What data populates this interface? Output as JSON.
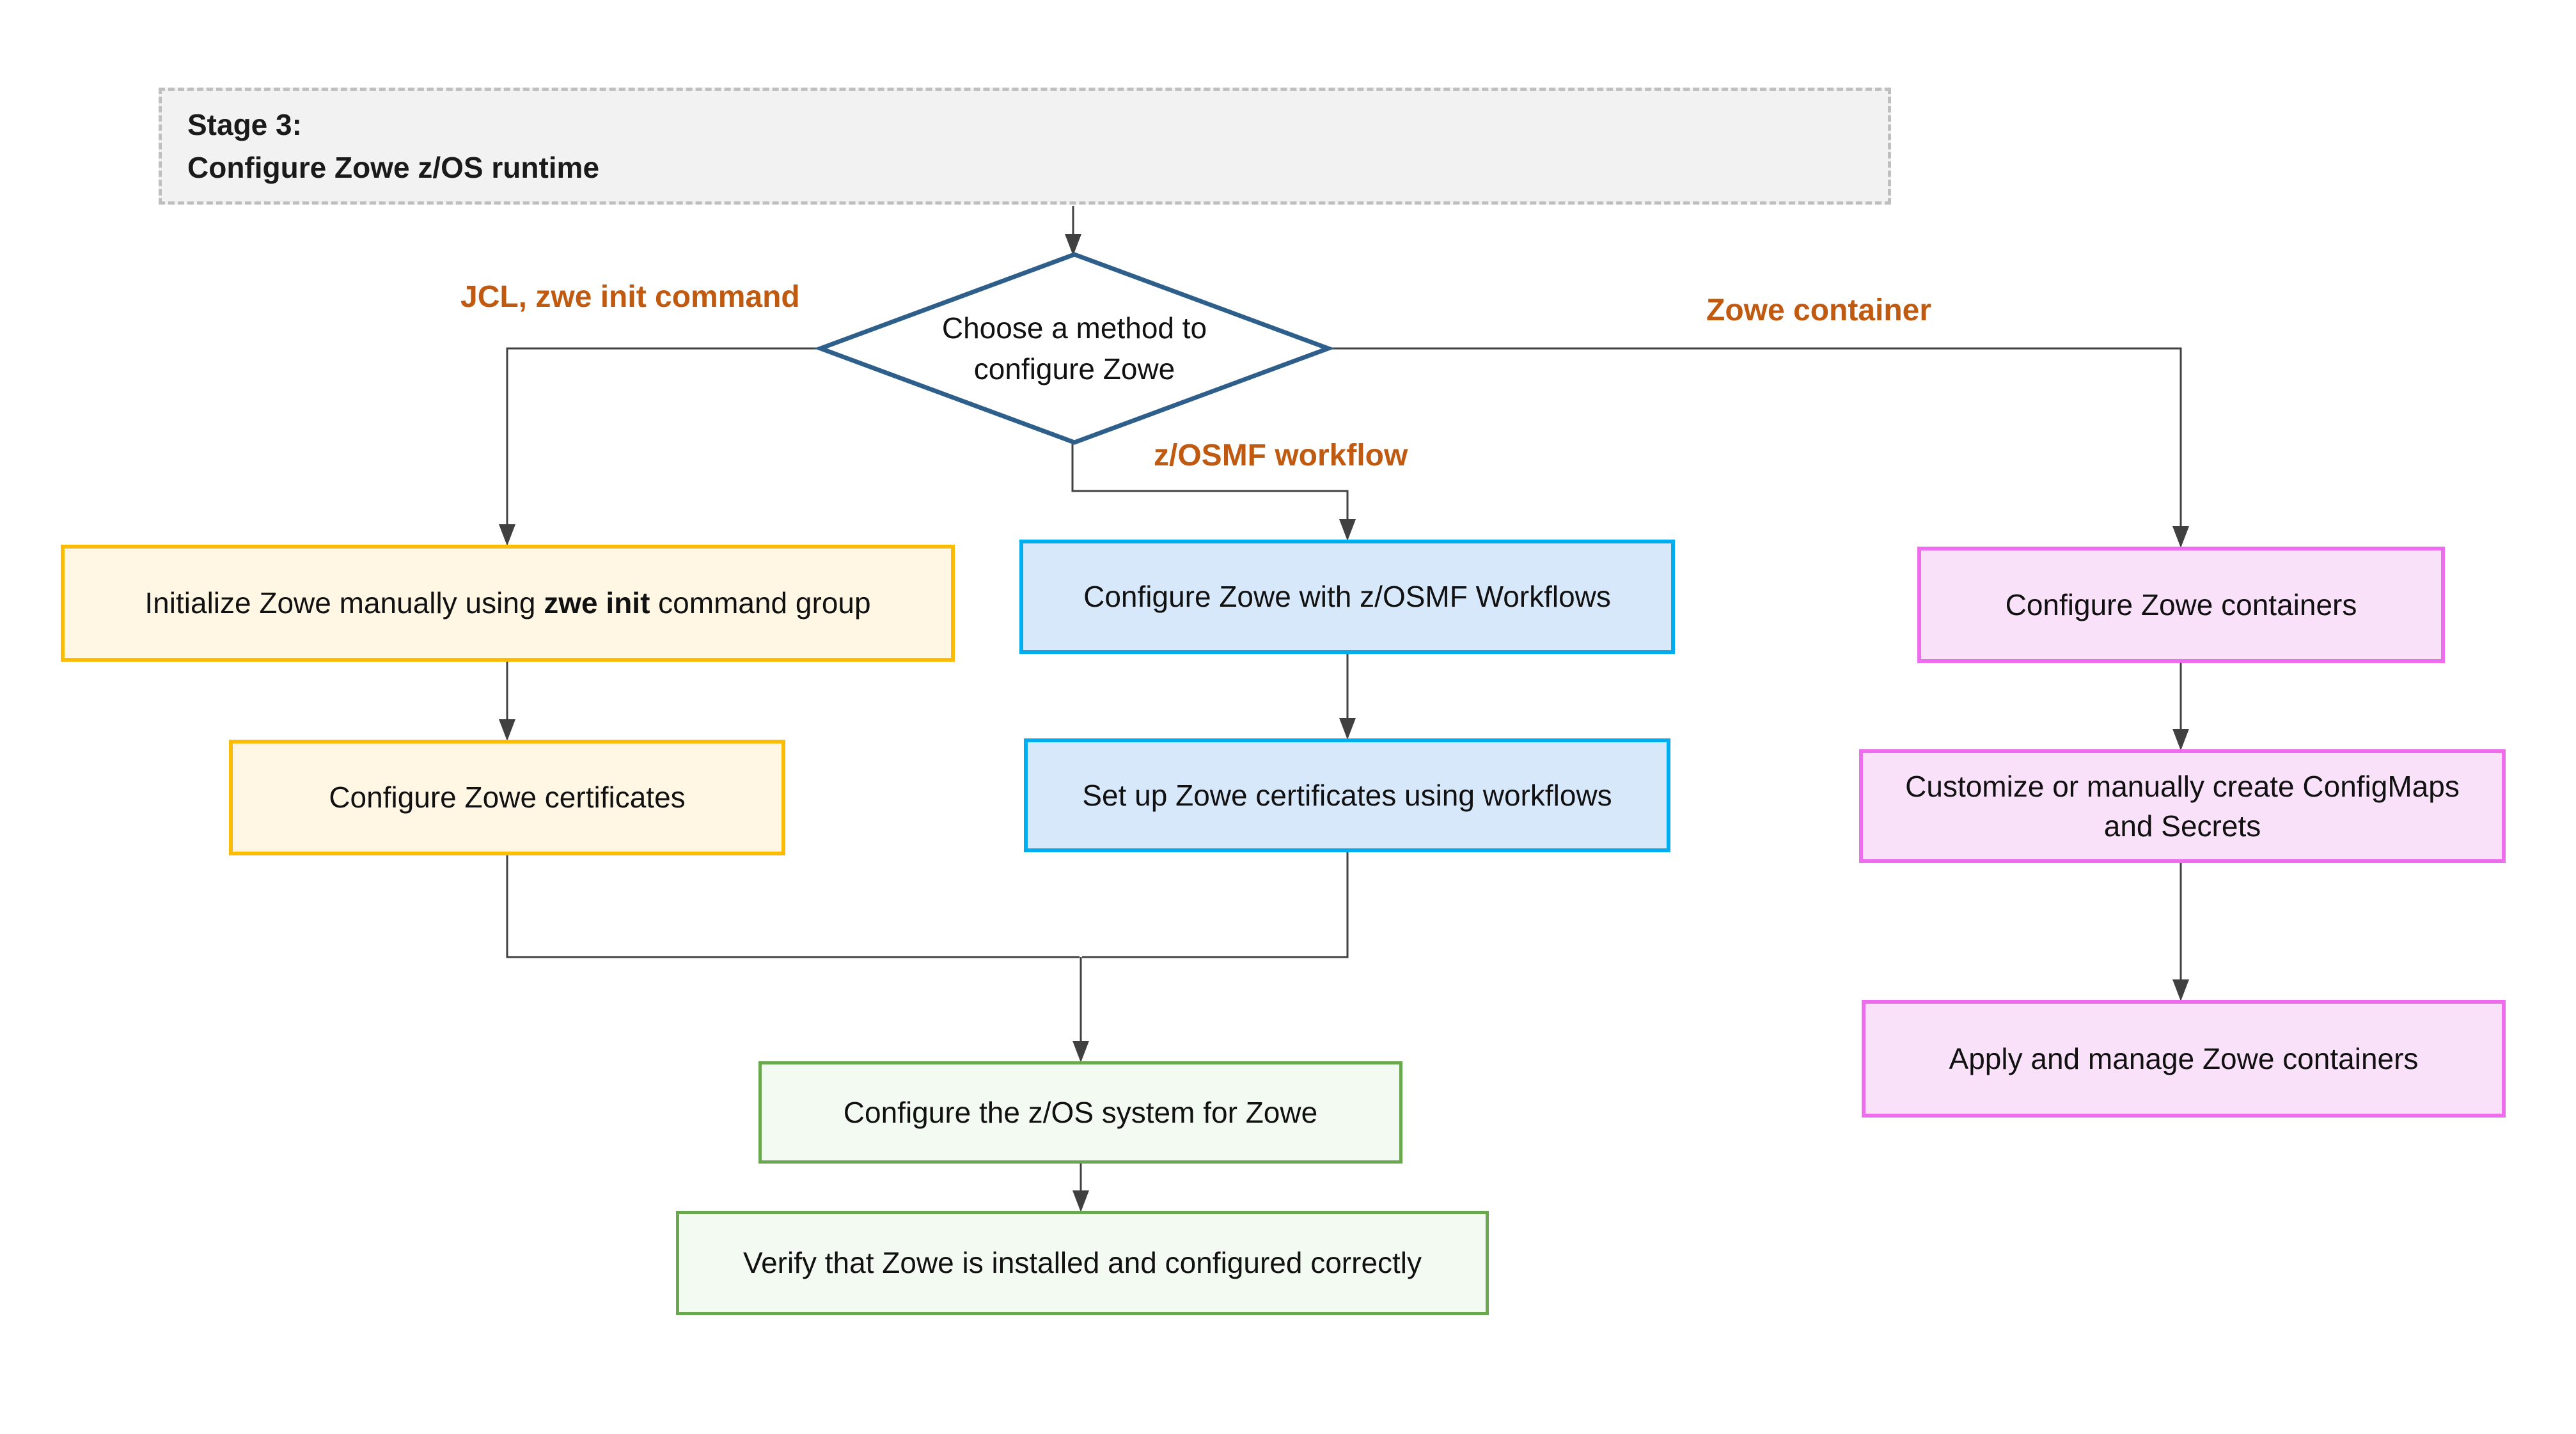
{
  "title": {
    "line1": "Stage 3:",
    "line2": "Configure Zowe z/OS runtime"
  },
  "decision": {
    "label": "Choose a method to configure Zowe"
  },
  "branch_labels": {
    "left": "JCL, zwe init command",
    "middle": "z/OSMF workflow",
    "right": "Zowe container"
  },
  "nodes": {
    "init_manual": {
      "prefix": "Initialize Zowe manually using ",
      "bold": "zwe init",
      "suffix": " command group"
    },
    "configure_certificates": "Configure Zowe certificates",
    "zosmf_workflows": "Configure Zowe with z/OSMF Workflows",
    "certificates_workflows": "Set up Zowe certificates using workflows",
    "configure_containers": "Configure Zowe containers",
    "configmaps_secrets": "Customize or manually create ConfigMaps and Secrets",
    "apply_manage_containers": "Apply and manage Zowe containers",
    "configure_zos": "Configure the z/OS system for Zowe",
    "verify": "Verify that Zowe is installed and configured correctly"
  },
  "colors": {
    "title-bg": "#F2F2F2",
    "title-border": "#BFBFBF",
    "decision-border": "#2E5F8A",
    "branch-label": "#C05A11",
    "yellow-border": "#FBBC09",
    "yellow-fill": "#FFF6E4",
    "blue-border": "#00AEEF",
    "blue-fill": "#D6E8FA",
    "pink-border": "#EE6CEE",
    "pink-fill": "#FAE1FA",
    "green-border": "#6AA84F",
    "green-fill": "#F3FAF1",
    "connector": "#404040"
  }
}
